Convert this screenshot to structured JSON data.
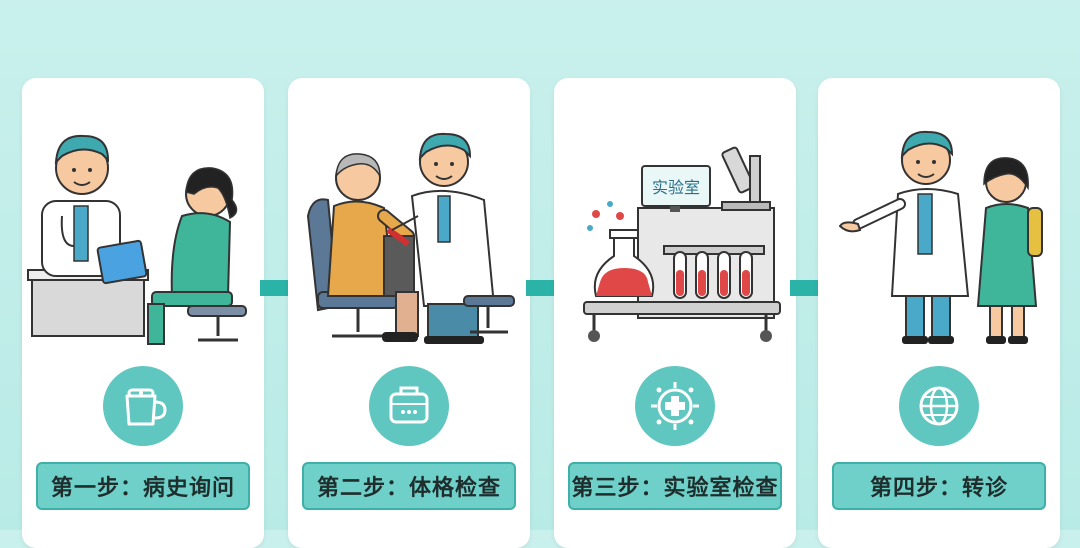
{
  "accent_color": "#2bb3a8",
  "steps": [
    {
      "label": "第一步：病史询问",
      "icon": "stethoscope-cup-icon"
    },
    {
      "label": "第二步：体格检查",
      "icon": "medical-kit-icon"
    },
    {
      "label": "第三步：实验室检查",
      "icon": "medical-cross-target-icon"
    },
    {
      "label": "第四步：转诊",
      "icon": "globe-icon"
    }
  ],
  "lab_sign": "实验室"
}
